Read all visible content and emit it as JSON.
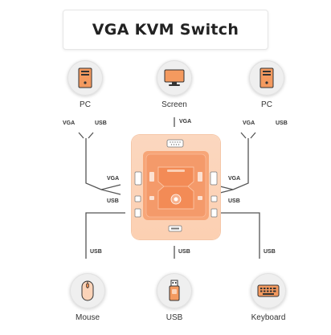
{
  "title": "VGA KVM Switch",
  "devices": {
    "pc_left": {
      "label": "PC",
      "icon": "pc-tower-icon"
    },
    "screen": {
      "label": "Screen",
      "icon": "monitor-icon"
    },
    "pc_right": {
      "label": "PC",
      "icon": "pc-tower-icon"
    },
    "mouse": {
      "label": "Mouse",
      "icon": "mouse-icon"
    },
    "usb": {
      "label": "USB",
      "icon": "usb-drive-icon"
    },
    "keyboard": {
      "label": "Keyboard",
      "icon": "keyboard-icon"
    }
  },
  "ports": {
    "vga": "VGA",
    "usb": "USB"
  },
  "colors": {
    "accent": "#f39a67",
    "switch_bg": "#fbd3b8",
    "icon_orange": "#f08a4b",
    "wire": "#555555"
  }
}
